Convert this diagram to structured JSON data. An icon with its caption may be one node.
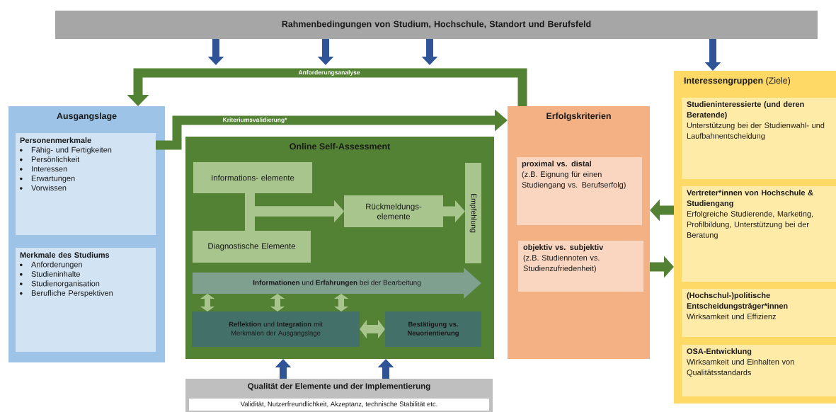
{
  "diagram": {
    "nodes": [
      {
        "text": [
          "Rahmenbedingungen von Studium, Hochschule, Standort und Berufsfeld"
        ]
      },
      {
        "text": [
          "Ausgangslage"
        ]
      },
      {
        "text": [
          "Personenmerkmale",
          "Fähig- und Fertigkeiten",
          "Persönlichkeit",
          "Interessen",
          "Erwartungen",
          "Vorwissen"
        ],
        "in": 1
      },
      {
        "text": [
          "Merkmale des Studiums",
          "Anforderungen",
          "Studieninhalte",
          "Studienorganisation",
          "Berufliche Perspektiven"
        ],
        "in": 1
      },
      {
        "text": [
          "Online Self-Assessment"
        ]
      },
      {
        "text": [
          "Informations- elemente"
        ],
        "in": 4
      },
      {
        "text": [
          "Diagnostische Elemente"
        ],
        "in": 4
      },
      {
        "text": [
          "Rückmeldungs- elemente"
        ],
        "in": 4
      },
      {
        "text": [
          "Empfehlung"
        ],
        "in": 4
      },
      {
        "text": [
          "**Informationen** und **Erfahrungen** bei der Bearbeitung"
        ],
        "in": 4
      },
      {
        "text": [
          "**Reflektion** und **Integration** mit Merkmalen der Ausgangslage"
        ],
        "in": 4
      },
      {
        "text": [
          "Bestätigung vs. Neuorientierung"
        ],
        "in": 4
      },
      {
        "text": [
          "Qualität der Elemente und der Implementierung",
          "Validität, Nutzerfreundlichkeit, Akzeptanz, technische Stabilität etc."
        ]
      },
      {
        "text": [
          "Erfolgskriterien"
        ]
      },
      {
        "text": [
          "proximal vs. distal",
          "(z.B. Eignung für einen Studiengang vs. Berufserfolg)"
        ],
        "in": 13
      },
      {
        "text": [
          "objektiv vs. subjektiv",
          "(z.B. Studiennoten vs. Studienzufriedenheit)"
        ],
        "in": 13
      },
      {
        "text": [
          "**Interessengruppen** (Ziele)"
        ]
      },
      {
        "text": [
          "Studieninteressierte (und deren Beratende)",
          "Unterstützung bei der Studienwahl- und Laufbahnentscheidung"
        ],
        "in": 16
      },
      {
        "text": [
          "Vertreter*innen von Hochschule & Studiengang",
          "Erfolgreiche Studierende, Marketing, Profilbildung, Unterstützung bei der Beratung"
        ],
        "in": 16
      },
      {
        "text": [
          "(Hochschul-)politische Entscheidungsträger*innen",
          "Wirksamkeit und Effizienz"
        ],
        "in": 16
      },
      {
        "text": [
          "OSA-Entwicklung",
          "Wirksamkeit und Einhalten von Qualitätsstandards"
        ],
        "in": 16
      }
    ],
    "edges": [
      {
        "from": 0,
        "to": null,
        "arrow": "to",
        "color": "#2f5597"
      },
      {
        "from": 0,
        "to": null,
        "arrow": "to",
        "color": "#2f5597"
      },
      {
        "from": 0,
        "to": null,
        "arrow": "to",
        "color": "#2f5597"
      },
      {
        "from": 0,
        "to": 16,
        "arrow": "to",
        "color": "#2f5597"
      },
      {
        "from": 13,
        "to": 1,
        "arrow": "to",
        "label": "Anforderungsanalyse",
        "color": "#548235"
      },
      {
        "from": 2,
        "to": 13,
        "arrow": "to",
        "label": "Kriteriumsvalidierung*",
        "color": "#548235"
      },
      {
        "from": 5,
        "to": 7,
        "arrow": "to",
        "color": "#a9c58e"
      },
      {
        "from": 6,
        "to": 7,
        "arrow": "to",
        "color": "#a9c58e"
      },
      {
        "from": 7,
        "to": 8,
        "arrow": "to",
        "color": "#a9c58e"
      },
      {
        "from": 9,
        "to": 10,
        "arrow": "both",
        "color": "#a9c58e"
      },
      {
        "from": 9,
        "to": 10,
        "arrow": "both",
        "color": "#a9c58e"
      },
      {
        "from": 9,
        "to": 10,
        "arrow": "both",
        "color": "#a9c58e"
      },
      {
        "from": 10,
        "to": 11,
        "arrow": "both",
        "color": "#a9c58e"
      },
      {
        "from": 12,
        "to": 4,
        "arrow": "to",
        "color": "#2f5597"
      },
      {
        "from": 12,
        "to": 4,
        "arrow": "to",
        "color": "#2f5597"
      },
      {
        "from": 16,
        "to": 13,
        "arrow": "to",
        "color": "#548235"
      },
      {
        "from": 13,
        "to": 16,
        "arrow": "to",
        "color": "#548235"
      }
    ]
  }
}
